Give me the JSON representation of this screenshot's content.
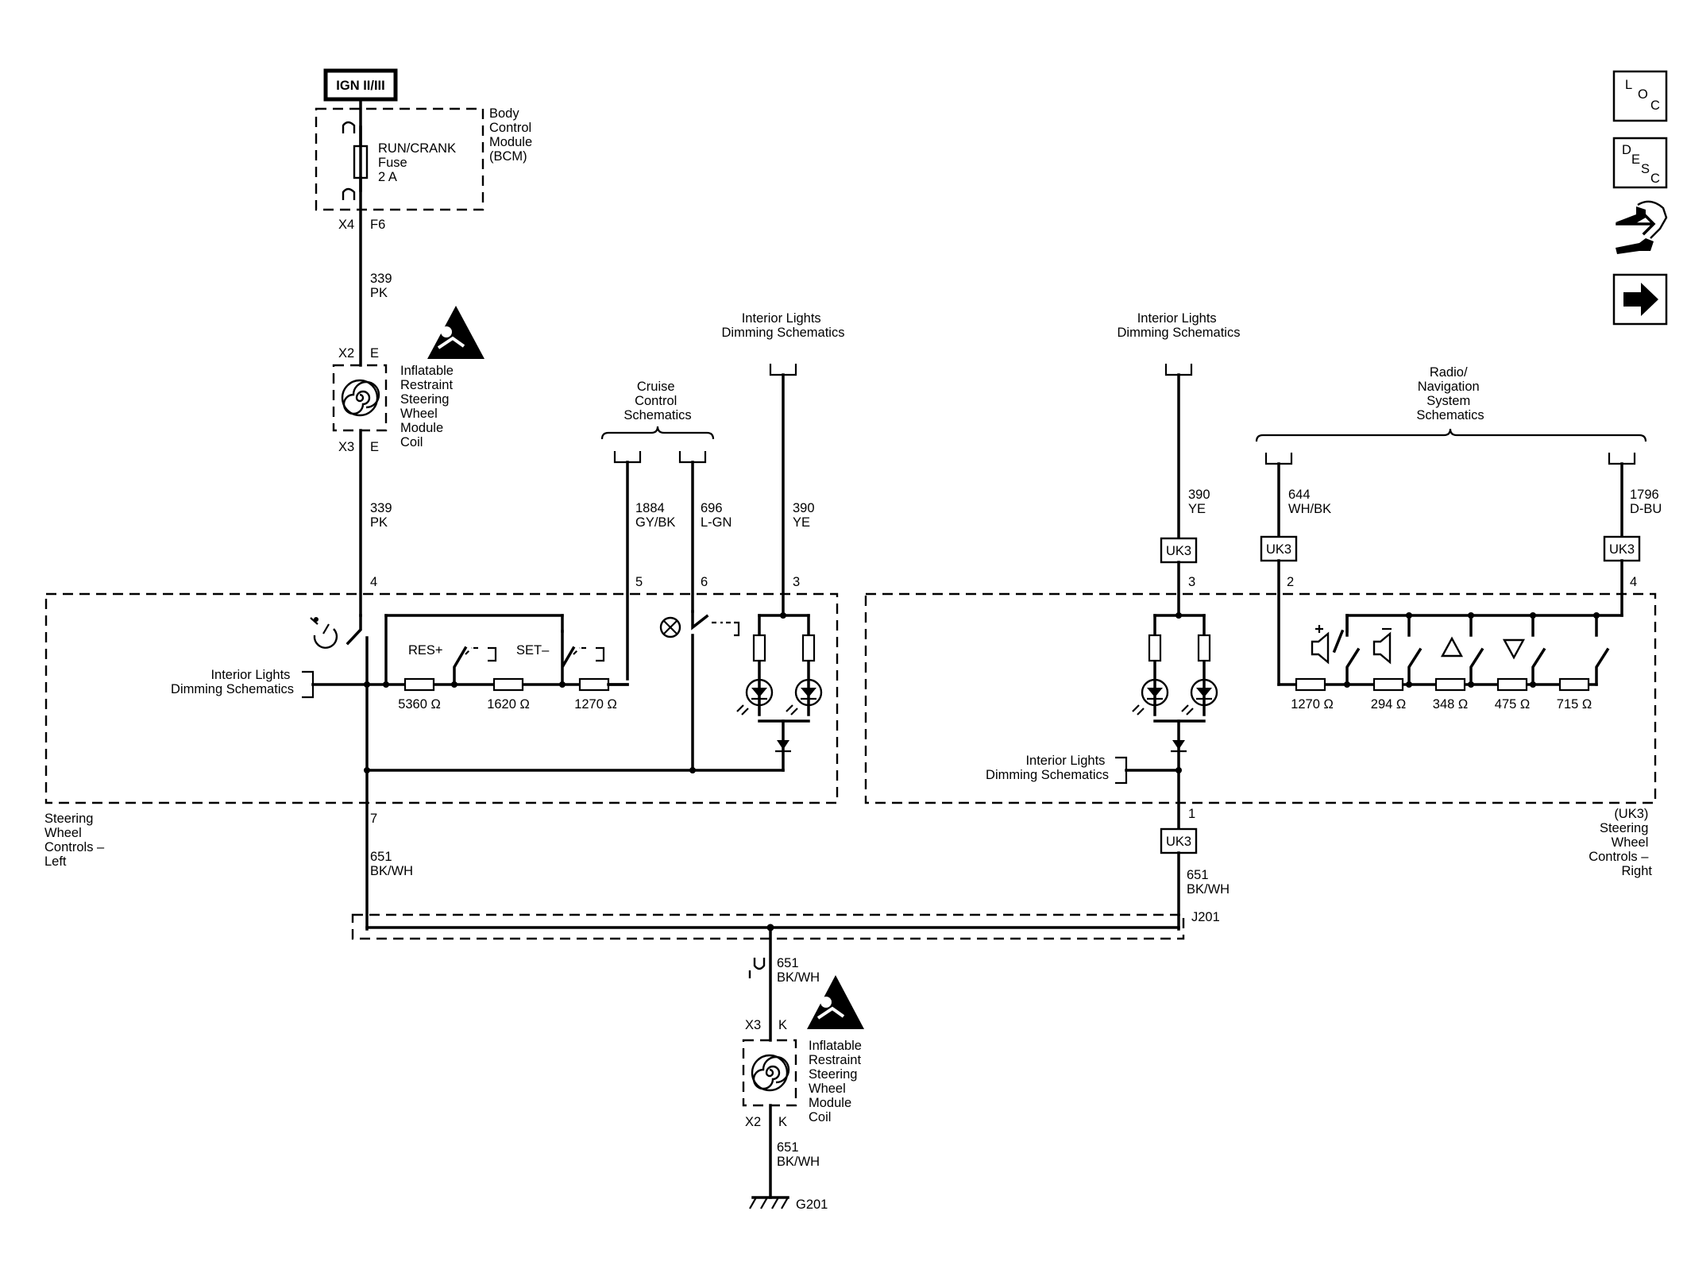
{
  "power_source": "IGN II/III",
  "bcm": {
    "name": "Body Control Module (BCM)",
    "name_lines": [
      "Body",
      "Control",
      "Module",
      "(BCM)"
    ],
    "fuse_lines": [
      "RUN/CRANK",
      "Fuse",
      "2 A"
    ],
    "connector": "X4",
    "pin": "F6"
  },
  "wire_339_upper": {
    "number": "339",
    "color": "PK"
  },
  "wire_339_lower": {
    "number": "339",
    "color": "PK"
  },
  "coil_top": {
    "label_lines": [
      "Inflatable",
      "Restraint",
      "Steering",
      "Wheel",
      "Module",
      "Coil"
    ],
    "conn_in": "X2",
    "pin_in": "E",
    "conn_out": "X3",
    "pin_out": "E"
  },
  "coil_bottom": {
    "label_lines": [
      "Inflatable",
      "Restraint",
      "Steering",
      "Wheel",
      "Module",
      "Coil"
    ],
    "conn_in": "X3",
    "pin_in": "K",
    "conn_out": "X2",
    "pin_out": "K"
  },
  "cruise_ref_lines": [
    "Cruise",
    "Control",
    "Schematics"
  ],
  "ild_ref_lines": [
    "Interior Lights",
    "Dimming Schematics"
  ],
  "radio_ref_lines": [
    "Radio/",
    "Navigation",
    "System",
    "Schematics"
  ],
  "wires": {
    "w1884": {
      "number": "1884",
      "color": "GY/BK"
    },
    "w696": {
      "number": "696",
      "color": "L-GN"
    },
    "w390_left": {
      "number": "390",
      "color": "YE"
    },
    "w390_right": {
      "number": "390",
      "color": "YE"
    },
    "w644": {
      "number": "644",
      "color": "WH/BK"
    },
    "w1796": {
      "number": "1796",
      "color": "D-BU"
    },
    "w651_left": {
      "number": "651",
      "color": "BK/WH"
    },
    "w651_right": {
      "number": "651",
      "color": "BK/WH"
    },
    "w651_splice": {
      "number": "651",
      "color": "BK/WH"
    },
    "w651_ground": {
      "number": "651",
      "color": "BK/WH"
    }
  },
  "left_module": {
    "name_lines": [
      "Steering",
      "Wheel",
      "Controls –",
      "Left"
    ],
    "pins": {
      "p4": "4",
      "p5": "5",
      "p6": "6",
      "p3": "3",
      "p7": "7"
    },
    "switch_res": "RES+",
    "switch_set": "SET–",
    "resistors": [
      "5360 Ω",
      "1620 Ω",
      "1270 Ω"
    ]
  },
  "right_module": {
    "name_lines": [
      "(UK3)",
      "Steering",
      "Wheel",
      "Controls –",
      "Right"
    ],
    "pins": {
      "p3": "3",
      "p2": "2",
      "p4": "4",
      "p1": "1"
    },
    "resistors": [
      "1270 Ω",
      "294 Ω",
      "348 Ω",
      "475 Ω",
      "715 Ω"
    ],
    "option_tag": "UK3"
  },
  "splice": "J201",
  "ground": "G201",
  "nav_icons": {
    "loc": [
      "L",
      "O",
      "C"
    ],
    "desc": [
      "D",
      "E",
      "S",
      "C"
    ]
  }
}
